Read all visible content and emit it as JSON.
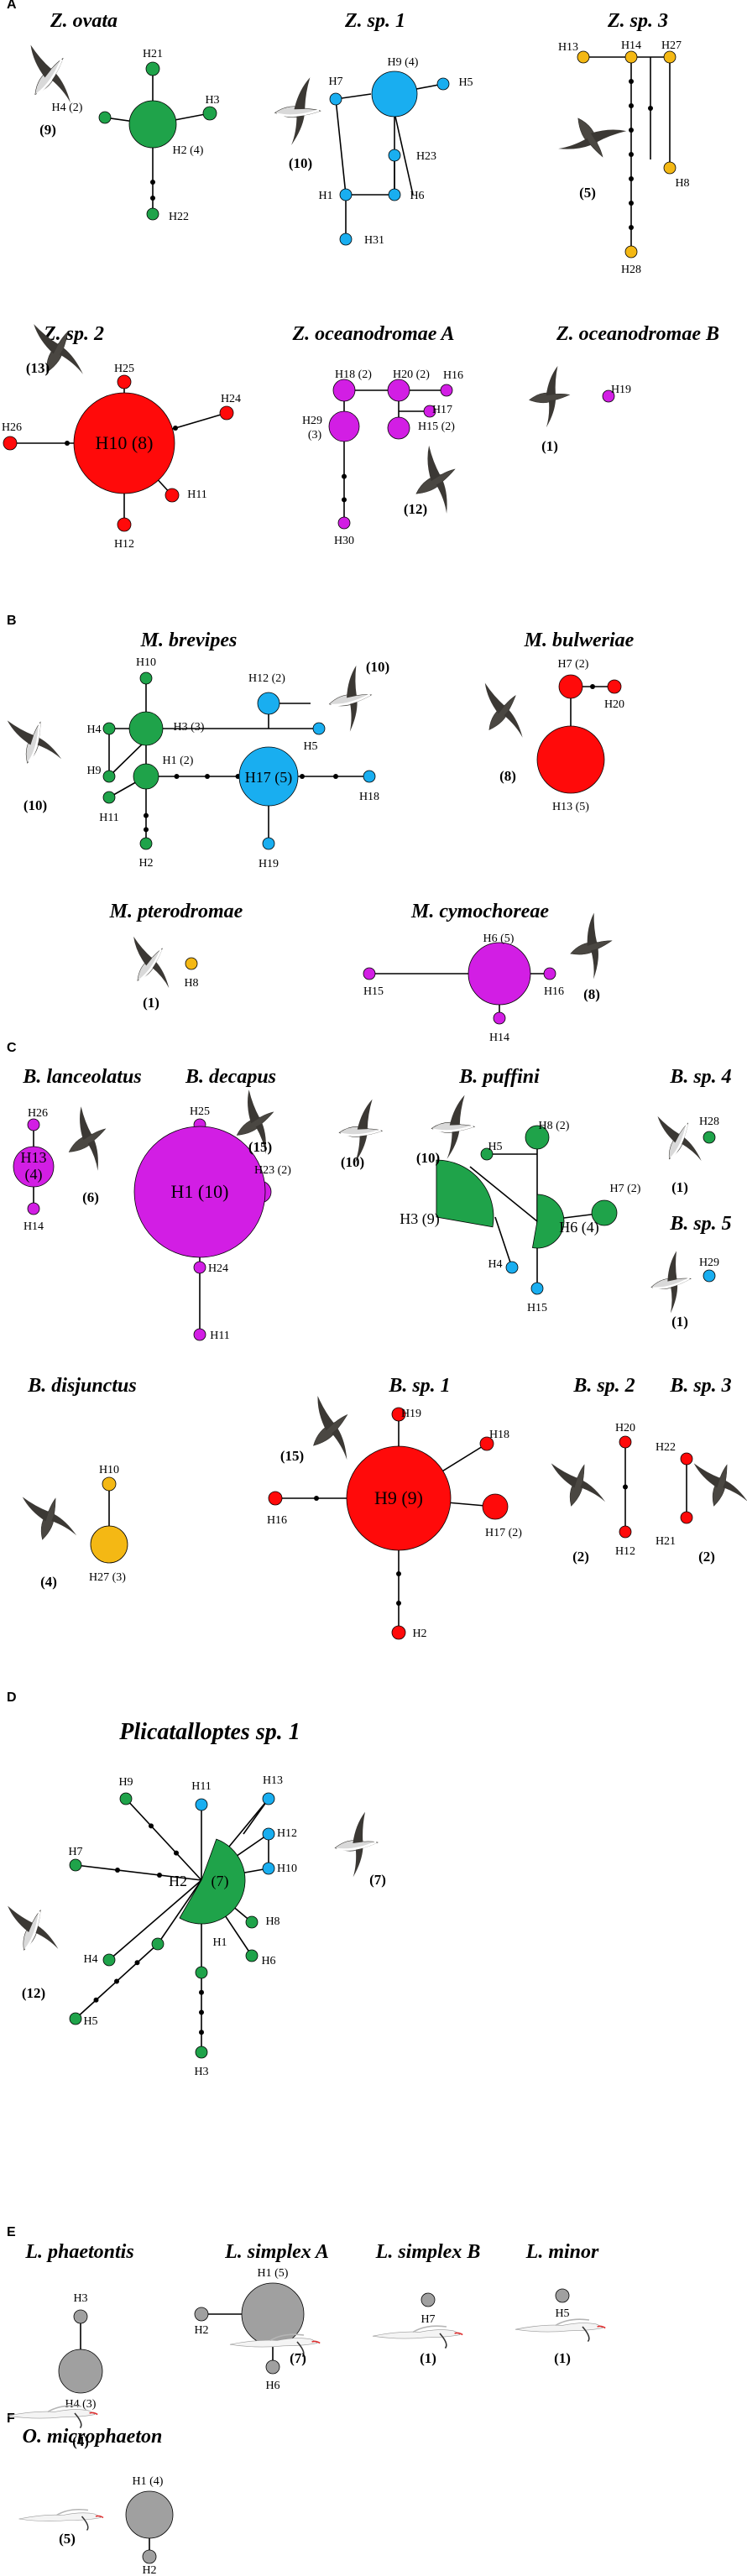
{
  "colors": {
    "green": "#1fa34a",
    "blue": "#19aef0",
    "yellow": "#f4b814",
    "red": "#ff0a0a",
    "magenta": "#d21ee4",
    "grey": "#a0a0a0"
  },
  "sections": {
    "A": "A",
    "B": "B",
    "C": "C",
    "D": "D",
    "E": "E",
    "F": "F"
  },
  "networks": {
    "z_ovata": {
      "species": "Z. ovata",
      "count": "(9)",
      "h21": "H21",
      "h4": "H4 (2)",
      "h3": "H3",
      "h2": "H2 (4)",
      "h22": "H22"
    },
    "z_sp1": {
      "species": "Z. sp. 1",
      "count": "(10)",
      "h7": "H7",
      "h9": "H9 (4)",
      "h5": "H5",
      "h23": "H23",
      "h1": "H1",
      "h6": "H6",
      "h31": "H31"
    },
    "z_sp3": {
      "species": "Z. sp. 3",
      "count": "(5)",
      "h13": "H13",
      "h14": "H14",
      "h27": "H27",
      "h8": "H8",
      "h28": "H28"
    },
    "z_sp2": {
      "species": "Z. sp. 2",
      "count": "(13)",
      "h25": "H25",
      "h26": "H26",
      "h10": "H10 (8)",
      "h24": "H24",
      "h11": "H11",
      "h12": "H12"
    },
    "z_ocA": {
      "species": "Z. oceanodromae A",
      "count": "(12)",
      "h18": "H18 (2)",
      "h20": "H20 (2)",
      "h16": "H16",
      "h29a": "H29",
      "h29b": "(3)",
      "h17": "H17",
      "h15": "H15 (2)",
      "h30": "H30"
    },
    "z_ocB": {
      "species": "Z. oceanodromae B",
      "count": "(1)",
      "h19": "H19"
    },
    "m_brevipes": {
      "species": "M. brevipes",
      "count_right": "(10)",
      "count_left": "(10)",
      "h10": "H10",
      "h4": "H4",
      "h3": "H3 (3)",
      "h12": "H12 (2)",
      "h5": "H5",
      "h9": "H9",
      "h1": "H1 (2)",
      "h17": "H17 (5)",
      "h18": "H18",
      "h11": "H11",
      "h2": "H2",
      "h19": "H19"
    },
    "m_bulweriae": {
      "species": "M. bulweriae",
      "count": "(8)",
      "h7": "H7 (2)",
      "h20": "H20",
      "h13": "H13 (5)"
    },
    "m_pterodromae": {
      "species": "M. pterodromae",
      "count": "(1)",
      "h8": "H8"
    },
    "m_cymochoreae": {
      "species": "M. cymochoreae",
      "count": "(8)",
      "h6": "H6 (5)",
      "h15": "H15",
      "h16": "H16",
      "h14": "H14"
    },
    "b_lanceolatus": {
      "species": "B. lanceolatus",
      "count": "(6)",
      "h26": "H26",
      "h13a": "H13",
      "h13b": "(4)",
      "h14": "H14"
    },
    "b_decapus": {
      "species": "B. decapus",
      "count": "(15)",
      "h25": "H25",
      "h1": "H1 (10)",
      "h23": "H23 (2)",
      "h24": "H24",
      "h11": "H11"
    },
    "b_puffini": {
      "species": "B. puffini",
      "count_a": "(10)",
      "count_b": "(10)",
      "h5": "H5",
      "h8": "H8 (2)",
      "h3": "H3 (9)",
      "h7": "H7 (2)",
      "h6": "H6 (4)",
      "h4": "H4",
      "h15": "H15"
    },
    "b_sp4": {
      "species": "B. sp. 4",
      "count": "(1)",
      "h28": "H28"
    },
    "b_sp5": {
      "species": "B. sp. 5",
      "count": "(1)",
      "h29": "H29"
    },
    "b_disjunctus": {
      "species": "B. disjunctus",
      "count": "(4)",
      "h10": "H10",
      "h27": "H27 (3)"
    },
    "b_sp1": {
      "species": "B. sp. 1",
      "count": "(15)",
      "h19": "H19",
      "h18": "H18",
      "h9": "H9 (9)",
      "h16": "H16",
      "h17": "H17 (2)",
      "h2": "H2"
    },
    "b_sp2": {
      "species": "B. sp. 2",
      "count": "(2)",
      "h20": "H20",
      "h12": "H12"
    },
    "b_sp3": {
      "species": "B. sp. 3",
      "count": "(2)",
      "h22": "H22",
      "h21": "H21"
    },
    "plicatalloptes": {
      "species": "Plicatalloptes sp. 1",
      "count_right": "(7)",
      "count_left": "(12)",
      "h9": "H9",
      "h11": "H11",
      "h13": "H13",
      "h12": "H12",
      "h10": "H10",
      "h7": "H7",
      "h2": "H2",
      "h2count": "(7)",
      "h8": "H8",
      "h6": "H6",
      "h5": "H5",
      "h4": "H4",
      "h1": "H1",
      "h3": "H3"
    },
    "l_phaetontis": {
      "species": "L. phaetontis",
      "count": "(4)",
      "h3": "H3",
      "h4": "H4 (3)"
    },
    "l_simplexA": {
      "species": "L. simplex A",
      "count": "(7)",
      "h1": "H1 (5)",
      "h2": "H2",
      "h6": "H6"
    },
    "l_simplexB": {
      "species": "L. simplex B",
      "count": "(1)",
      "h7": "H7"
    },
    "l_minor": {
      "species": "L. minor",
      "count": "(1)",
      "h5": "H5"
    },
    "o_microphaeton": {
      "species": "O. microphaeton",
      "count": "(5)",
      "h1": "H1 (4)",
      "h2": "H2"
    }
  }
}
